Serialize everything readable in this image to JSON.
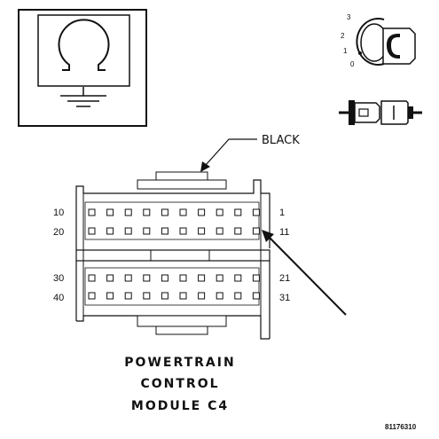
{
  "connector_color_label": "BLACK",
  "pin_labels": {
    "row1_left": "10",
    "row2_left": "20",
    "row1_right": "1",
    "row2_right": "11",
    "row3_left": "30",
    "row4_left": "40",
    "row3_right": "21",
    "row4_right": "31"
  },
  "title_lines": [
    "POWERTRAIN",
    "CONTROL",
    "MODULE C4"
  ],
  "figure_id": "81176310",
  "ignition_positions": [
    "3",
    "2",
    "1",
    "0"
  ],
  "icons": [
    "ohmmeter-icon",
    "ignition-key-icon",
    "connector-unplug-icon",
    "indicator-arrow-icon"
  ]
}
